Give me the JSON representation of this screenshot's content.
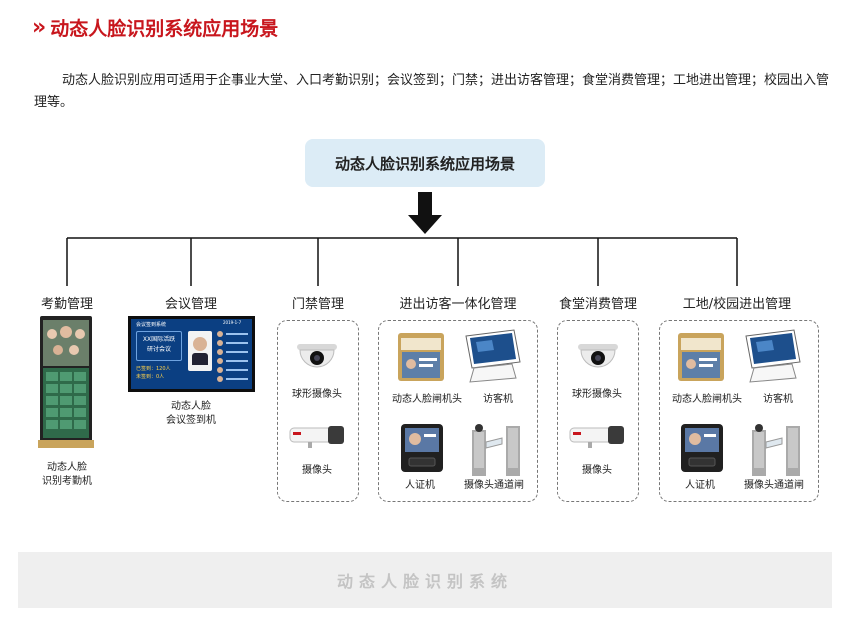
{
  "heading": {
    "title": "动态人脸识别系统应用场景",
    "chevron": "»"
  },
  "intro": "动态人脸识别应用可适用于企事业大堂、入口考勤识别；会议签到；门禁；进出访客管理；食堂消费管理；工地进出管理；校园出入管理等。",
  "diagram": {
    "root": "动态人脸识别系统应用场景",
    "categories": [
      {
        "label": "考勤管理"
      },
      {
        "label": "会议管理"
      },
      {
        "label": "门禁管理"
      },
      {
        "label": "进出访客一体化管理"
      },
      {
        "label": "食堂消费管理"
      },
      {
        "label": "工地/校园进出管理"
      }
    ],
    "attendance": {
      "caption_line1": "动态人脸",
      "caption_line2": "识别考勤机"
    },
    "meeting": {
      "caption_line1": "动态人脸",
      "caption_line2": "会议签到机",
      "screen_header": "会议签到系统",
      "screen_title1": "XX国际活跃",
      "screen_title2": "研讨会议",
      "signed": "已签到：120人",
      "unsigned": "未签到：0人",
      "clock": "2019-1-7"
    },
    "access": {
      "dome": "球形摄像头",
      "bullet": "摄像头"
    },
    "visitor": {
      "gate_head": "动态人脸闸机头",
      "kiosk": "访客机",
      "id_machine": "人证机",
      "turnstile": "摄像头通道闸"
    },
    "canteen": {
      "dome": "球形摄像头",
      "bullet": "摄像头"
    },
    "site": {
      "gate_head": "动态人脸闸机头",
      "kiosk": "访客机",
      "id_machine": "人证机",
      "turnstile": "摄像头通道闸"
    }
  },
  "footer": "动态人脸识别系统",
  "colors": {
    "accent": "#c8161d",
    "root_box": "#dcecf6",
    "footer_bg": "#efefef"
  }
}
